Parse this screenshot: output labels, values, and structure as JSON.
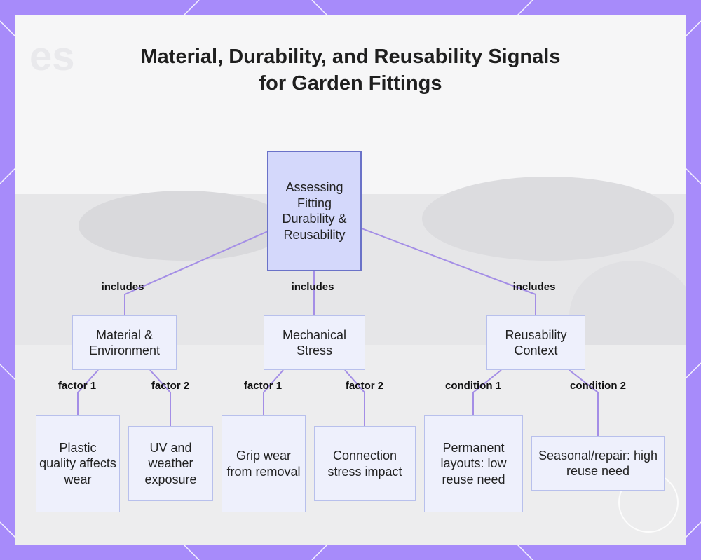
{
  "title": "Material, Durability, and Reusability Signals for Garden Fittings",
  "colors": {
    "frame": "#a78bfa",
    "edge": "#a48ee6",
    "node_fill": "#eef0fc",
    "root_fill": "#d4d8fb",
    "root_border": "#6a72c8"
  },
  "nodes": {
    "root": "Assessing Fitting Durability & Reusability",
    "material": "Material & Environment",
    "mechanical": "Mechanical Stress",
    "reusability": "Reusability Context",
    "plastic": "Plastic quality affects wear",
    "uv": "UV and weather exposure",
    "grip": "Grip wear from removal",
    "connection": "Connection stress impact",
    "permanent": "Permanent layouts: low reuse need",
    "seasonal": "Seasonal/repair: high reuse need"
  },
  "edges": {
    "includes_1": "includes",
    "includes_2": "includes",
    "includes_3": "includes",
    "factor_1a": "factor 1",
    "factor_2a": "factor 2",
    "factor_1b": "factor 1",
    "factor_2b": "factor 2",
    "condition_1": "condition 1",
    "condition_2": "condition 2"
  }
}
